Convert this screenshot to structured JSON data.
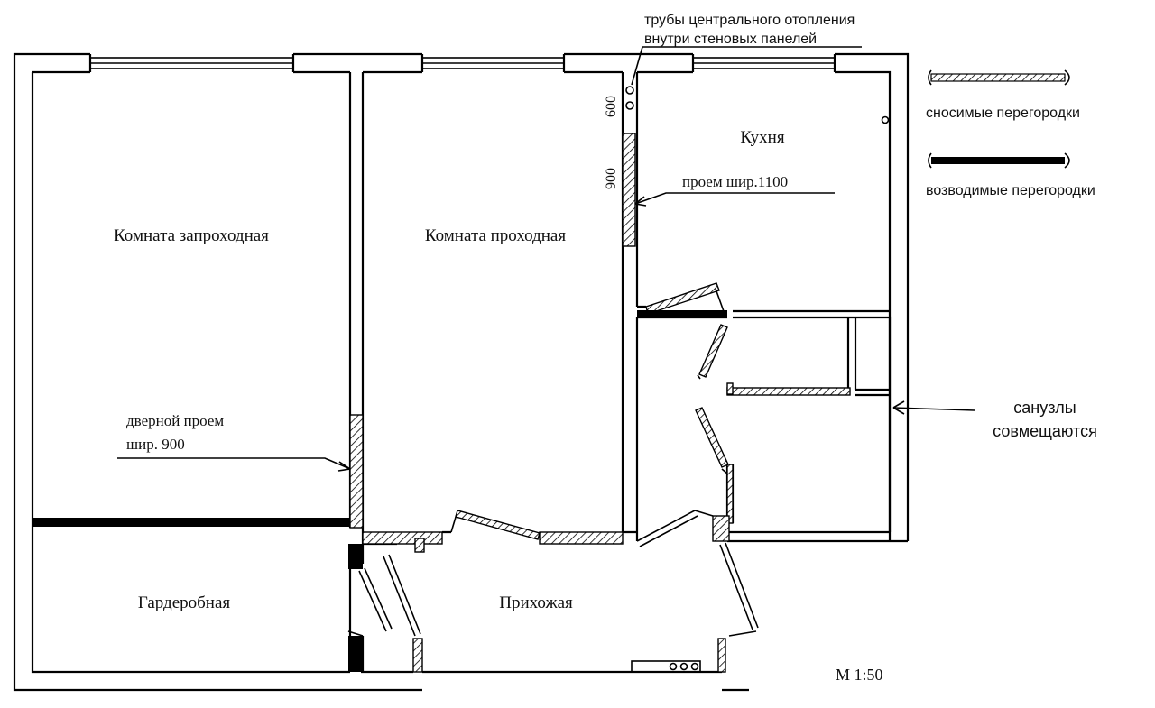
{
  "rooms": {
    "walk_in_room": "Комната запроходная",
    "pass_room": "Комната проходная",
    "kitchen": "Кухня",
    "wardrobe": "Гардеробная",
    "hallway": "Прихожая"
  },
  "annotations": {
    "pipes_line1": "трубы центрального отопления",
    "pipes_line2": "внутри стеновых панелей",
    "dim_600": "600",
    "dim_900": "900",
    "kitchen_opening": "проем шир.1100",
    "door_opening_line1": "дверной проем",
    "door_opening_line2": "шир. 900",
    "bathrooms_line1": "санузлы",
    "bathrooms_line2": "совмещаются",
    "scale": "М 1:50"
  },
  "legend": {
    "removed": "сносимые перегородки",
    "erected": "возводимые перегородки"
  }
}
